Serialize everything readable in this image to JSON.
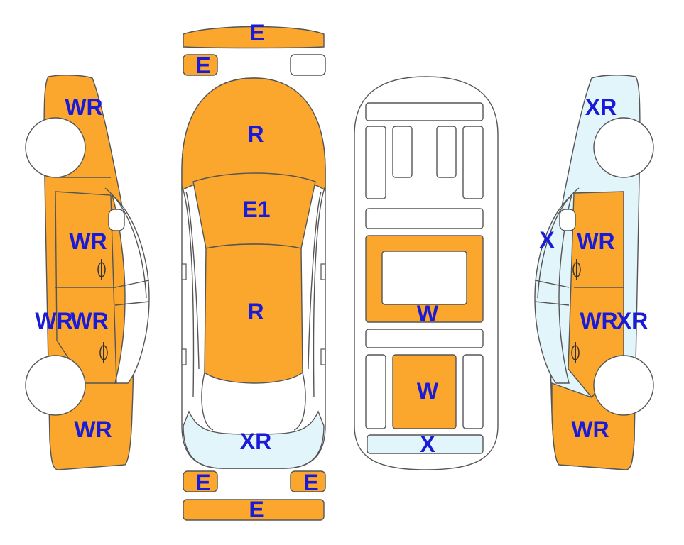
{
  "colors": {
    "orange": "#FBA72D",
    "light_blue": "#E2F5FA",
    "white": "#FFFFFF",
    "outline": "#555555",
    "label": "#1A1AD9"
  },
  "labels": {
    "bumper_front_e": "E",
    "front_left_small_e": "E",
    "hood_r": "R",
    "windshield_e1": "E1",
    "roof_r": "R",
    "trunk_xr": "XR",
    "rear_left_small_e": "E",
    "rear_right_small_e": "E",
    "bumper_rear_e": "E",
    "floor_w_upper": "W",
    "floor_w_lower": "W",
    "floor_x": "X",
    "left_front_fender_wr": "WR",
    "left_front_door_wr": "WR",
    "left_pillar_wr": "WR",
    "left_rear_door_wr": "WR",
    "left_rear_fender_wr": "WR",
    "right_front_fender_xr": "XR",
    "right_window_x": "X",
    "right_front_door_wr": "WR",
    "right_rear_door_wr": "WR",
    "right_pillar_xr": "XR",
    "right_rear_fender_wr": "WR"
  }
}
